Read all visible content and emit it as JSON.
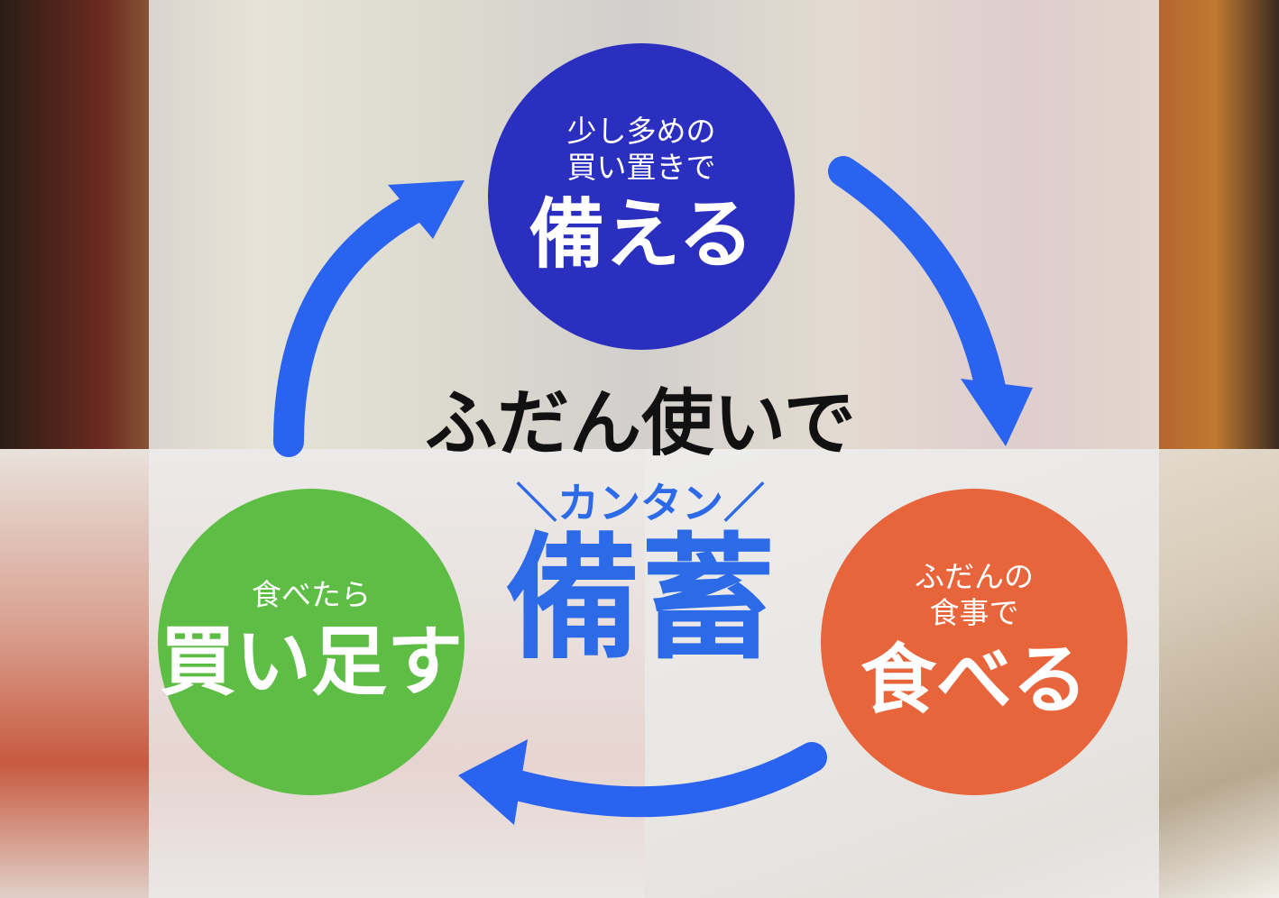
{
  "cycle": {
    "prepare": {
      "sub_line1": "少し多めの",
      "sub_line2": "買い置きで",
      "label": "備える",
      "color": "#2b2fbf"
    },
    "eat": {
      "sub_line1": "ふだんの",
      "sub_line2": "食事で",
      "label": "食べる",
      "color": "#e8643a"
    },
    "restock": {
      "sub_line1": "食べたら",
      "label": "買い足す",
      "color": "#5dbd45"
    }
  },
  "center": {
    "headline": "ふだん使いで",
    "tagline": "＼カンタン／",
    "title": "備蓄",
    "accent_color": "#2c6ae8"
  },
  "arrow_color": "#2a63ef"
}
